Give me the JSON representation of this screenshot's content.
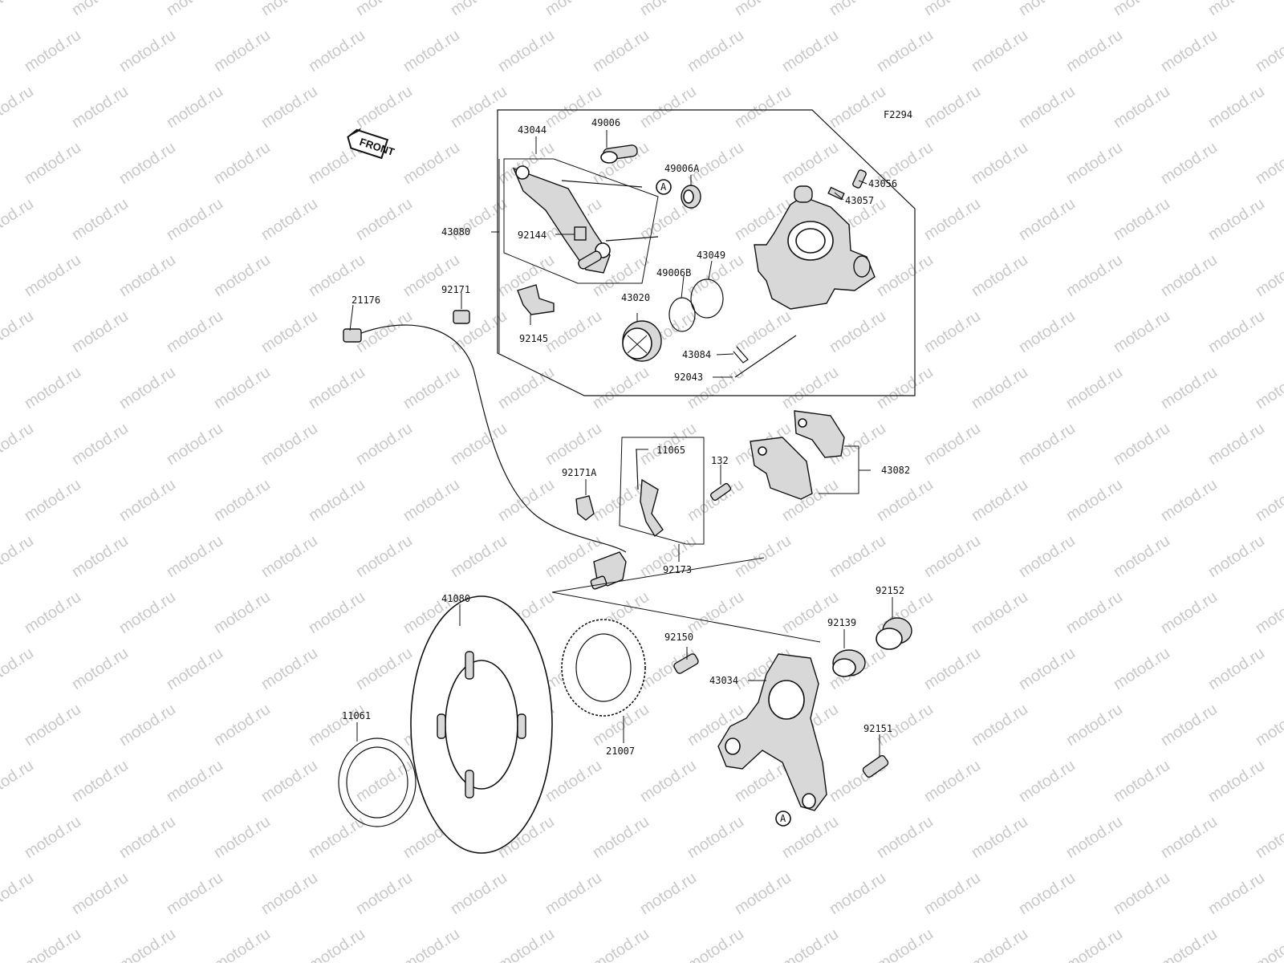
{
  "diagram": {
    "figure_code": "F2294",
    "front_arrow_text": "FRONT",
    "watermark": "motod.ru",
    "reference_marker": "A",
    "part_labels": {
      "p43044": "43044",
      "p49006": "49006",
      "p49006a": "49006A",
      "p43056": "43056",
      "p43057": "43057",
      "p43080": "43080",
      "p92144": "92144",
      "p43049": "43049",
      "p49006b": "49006B",
      "p21176": "21176",
      "p92171": "92171",
      "p43020": "43020",
      "p92145": "92145",
      "p43084": "43084",
      "p92043": "92043",
      "p11065": "11065",
      "p132": "132",
      "p43082": "43082",
      "p92171a": "92171A",
      "p92173": "92173",
      "p41080": "41080",
      "p92152": "92152",
      "p92139": "92139",
      "p92150": "92150",
      "p43034": "43034",
      "p11061": "11061",
      "p21007": "21007",
      "p92151": "92151"
    }
  }
}
